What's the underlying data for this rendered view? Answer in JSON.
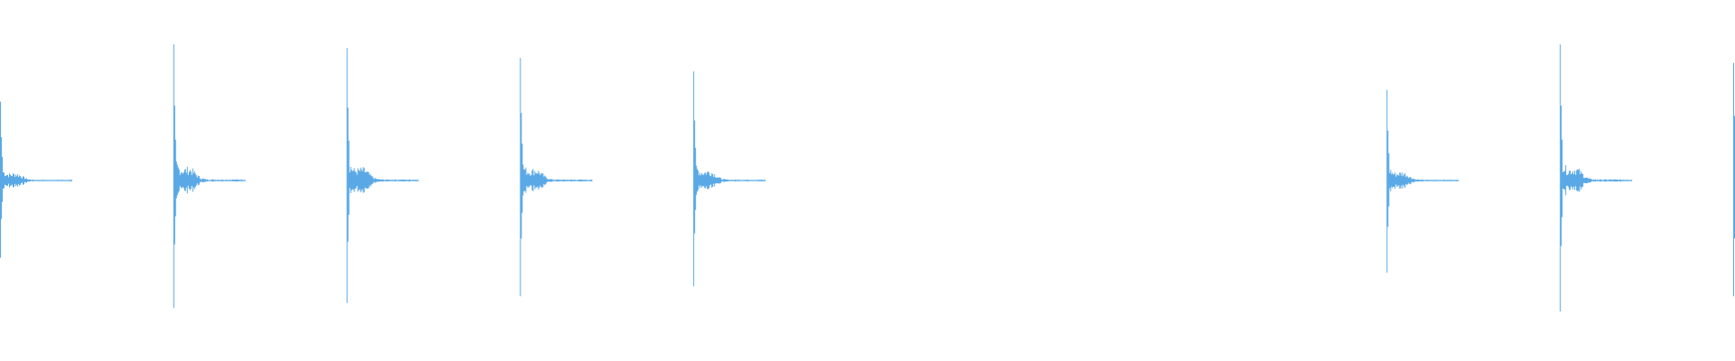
{
  "waveform": {
    "color": "#5aa9e6",
    "background": "#ffffff",
    "hits": [
      {
        "peak": 0.47,
        "trough": 0.46
      },
      {
        "peak": 0.81,
        "trough": 0.76
      },
      {
        "peak": 0.79,
        "trough": 0.73
      },
      {
        "peak": 0.73,
        "trough": 0.69
      },
      {
        "peak": 0.65,
        "trough": 0.63
      },
      {
        "peak": 0.0,
        "trough": 0.0
      },
      {
        "peak": 0.0,
        "trough": 0.0
      },
      {
        "peak": 0.0,
        "trough": 0.0
      },
      {
        "peak": 0.54,
        "trough": 0.55
      },
      {
        "peak": 0.81,
        "trough": 0.78
      },
      {
        "peak": 0.7,
        "trough": 0.69
      }
    ]
  }
}
